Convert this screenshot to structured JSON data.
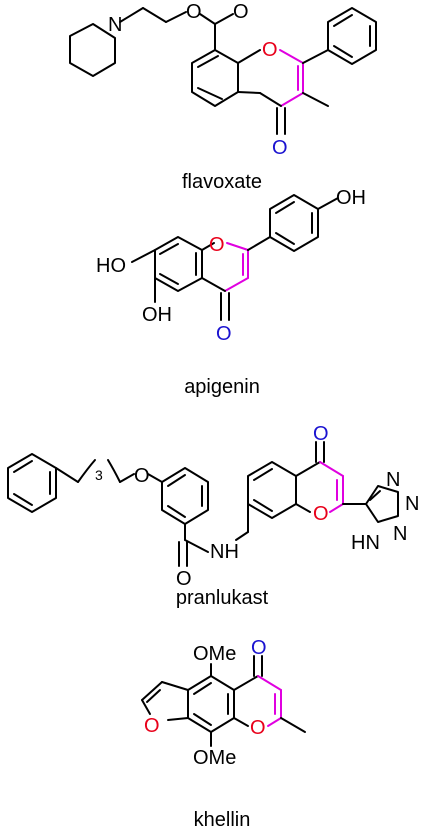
{
  "compounds": [
    {
      "name": "flavoxate",
      "atoms": {
        "n": "N",
        "o_ester": "O",
        "o_carbonyl": "O",
        "o_ring": "O",
        "o_ketone": "O"
      }
    },
    {
      "name": "apigenin",
      "atoms": {
        "ho_left": "HO",
        "o_ring": "O",
        "oh_right": "OH",
        "oh_bottom": "OH",
        "o_ketone": "O"
      }
    },
    {
      "name": "pranlukast",
      "atoms": {
        "o_ketone": "O",
        "o_ether": "O",
        "subscript": "3",
        "o_amide": "O",
        "nh": "NH",
        "o_ring": "O",
        "hn": "HN",
        "n1": "N",
        "n2": "N",
        "n3": "N"
      }
    },
    {
      "name": "khellin",
      "atoms": {
        "ome_top": "OMe",
        "o_ketone": "O",
        "o_furan": "O",
        "o_ring": "O",
        "ome_bottom": "OMe"
      }
    }
  ],
  "colors": {
    "highlight_bond": "#e000e0",
    "ring_oxygen": "#e8001a",
    "ketone_oxygen": "#1a12d0"
  }
}
